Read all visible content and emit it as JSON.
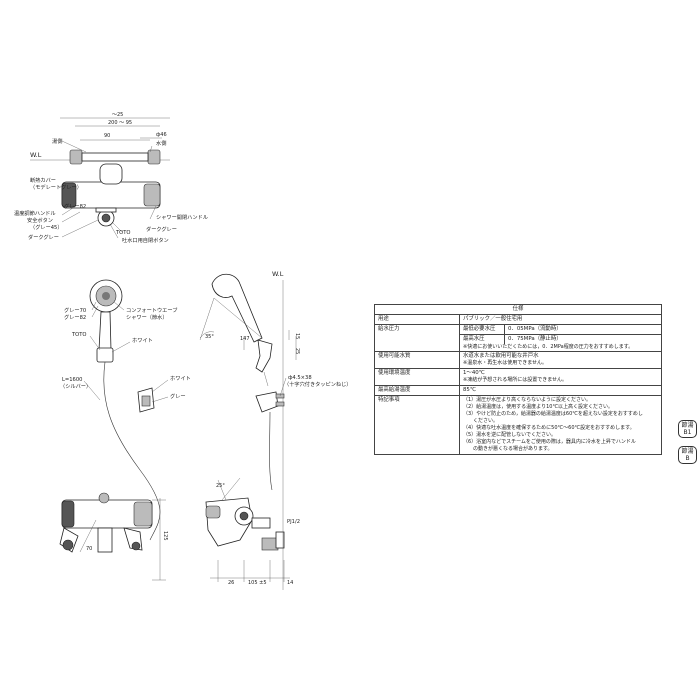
{
  "top_view": {
    "wl": "W.L",
    "dim_outer": "〜25",
    "dim_span": "200 〜 95",
    "dim_center": "90",
    "dim_phi": "ф46",
    "hot": "湯側",
    "cold": "水側",
    "insulation_cover": "断熱カバー",
    "insulation_color": "（モデレートグレー）",
    "temp_handle": "温度調節ハンドル",
    "safety_button": "安全ボタン",
    "safety_color": "（グレー45）",
    "grey82": "グレー82",
    "dark_grey": "ダークグレー",
    "toto": "TOTO",
    "shower_handle": "シャワー開閉ハンドル",
    "dark_grey2": "ダークグレー",
    "spout_button": "吐水口用自閉ボタン"
  },
  "shower_view": {
    "grey70": "グレー70",
    "grey82": "グレー82",
    "comfort_wave": "コンフォートウエーブ",
    "shower_type": "シャワー（節水）",
    "toto": "TOTO",
    "white": "ホワイト",
    "hose": "L=1600",
    "hose_color": "（シルバー）",
    "white2": "ホワイト",
    "grey": "グレー"
  },
  "side_view": {
    "wl": "W.L",
    "angle35": "35°",
    "dim147": "147",
    "dim15": "15",
    "dim25": "25",
    "screw": "ф4.5×38",
    "screw_note": "（十字穴付きタッピンねじ）"
  },
  "bottom_view": {
    "dim70": "70",
    "dim125": "125",
    "angle25": "25°",
    "pj": "PJ1/2",
    "dim26": "26",
    "dim105": "105 ±5",
    "dim14": "14"
  },
  "spec": {
    "title": "仕様",
    "rows": [
      {
        "label": "用途",
        "value": "パブリック／一般住宅用"
      },
      {
        "label": "給水圧力"
      },
      {
        "label": "使用可能水質",
        "value": "水道水または飲用可能な井戸水",
        "note": "※温泉水・再生水は使用できません。"
      },
      {
        "label": "使用環境温度",
        "value": "1〜40℃",
        "note": "※凍結が予想される場所には設置できません。"
      },
      {
        "label": "最高給湯温度",
        "value": "85℃"
      },
      {
        "label": "特記事項"
      }
    ],
    "pressure": {
      "min_label": "最低必要水圧",
      "min_value": "0．05MPa（流動時）",
      "max_label": "最高水圧",
      "max_value": "0．75MPa（静止時）",
      "note": "※快適にお使いいただくためには，0．2MPa程度の圧力をおすすめします。"
    },
    "notes": [
      "（1）湯圧が水圧より高くならないように設定ください。",
      "（2）給湯温度は，使用する温度より10℃以上高く設定ください。",
      "（3）やけど防止のため，給湯器の給湯温度は60℃を超えない設定をおすすめし",
      "　　ください。",
      "（4）快適な吐水温度を確保するために50℃〜60℃設定をおすすめします。",
      "（5）湯水を逆に配管しないでください。",
      "（6）浴室内などでスチームをご使用の際は，器具内に冷水を上昇でハンドル",
      "　　の動きが悪くなる場合があります。"
    ]
  },
  "badges": [
    {
      "top": "節湯",
      "bottom": "B1"
    },
    {
      "top": "節湯",
      "bottom": "B"
    }
  ]
}
